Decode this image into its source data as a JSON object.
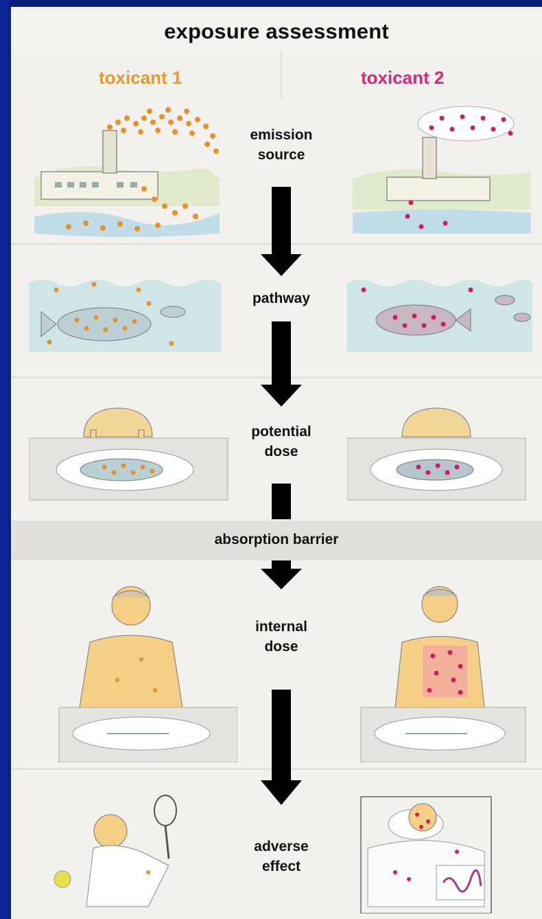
{
  "title": "exposure assessment",
  "columns": {
    "toxicant1": {
      "label": "toxicant 1",
      "color": "#e79a2a"
    },
    "toxicant2": {
      "label": "toxicant 2",
      "color": "#d6287a"
    }
  },
  "stages": {
    "emission_source": "emission\nsource",
    "pathway": "pathway",
    "potential_dose": "potential\ndose",
    "absorption_barrier": "absorption barrier",
    "internal_dose": "internal\ndose",
    "adverse_effect": "adverse\neffect"
  },
  "colors": {
    "background_frame": "#0b1f8a",
    "panel": "#f2f1ee",
    "arrow": "#000000",
    "toxicant1_dot": "#e8912a",
    "toxicant2_dot": "#d11d5c"
  }
}
